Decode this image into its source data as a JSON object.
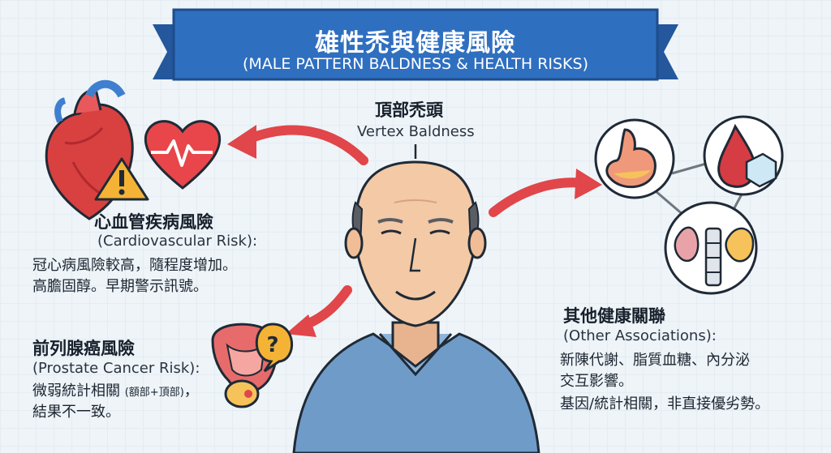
{
  "banner": {
    "title": "雄性禿與健康風險",
    "subtitle": "(MALE PATTERN BALDNESS & HEALTH RISKS)"
  },
  "vertex": {
    "title": "頂部禿頭",
    "subtitle": "Vertex Baldness"
  },
  "cardio": {
    "title": "心血管疾病風險",
    "subtitle": "(Cardiovascular Risk):",
    "line1": "冠心病風險較高，隨程度增加。",
    "line2": "高膽固醇。早期警示訊號。"
  },
  "prostate": {
    "title": "前列腺癌風險",
    "subtitle": "(Prostate Cancer Risk):",
    "line1": "微弱統計相關",
    "line1_note": "(額部+頂部)",
    "line1_end": "，",
    "line2": "結果不一致。"
  },
  "other": {
    "title": "其他健康關聯",
    "subtitle": "(Other Associations):",
    "line1": "新陳代謝、脂質血糖、內分泌",
    "line2": "交互影響。",
    "line3": "基因/統計相關，非直接優劣勢。"
  },
  "colors": {
    "banner": "#2f6fc0",
    "arrow": "#e0464a",
    "heart": "#e8464a",
    "shirt": "#6f9bc8",
    "skin": "#f3c9a6"
  }
}
